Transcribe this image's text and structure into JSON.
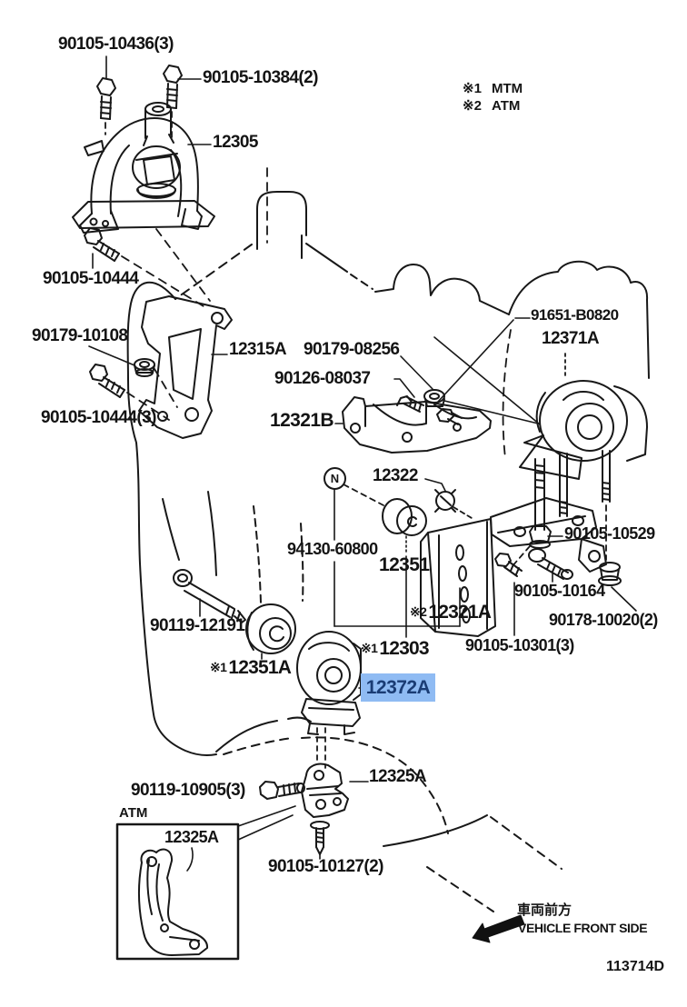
{
  "legend": {
    "items": [
      {
        "mark": "※1",
        "value": "MTM"
      },
      {
        "mark": "※2",
        "value": "ATM"
      }
    ]
  },
  "symbols": {
    "circled_n": "N"
  },
  "highlight": {
    "selected_part": "12372A",
    "background": "#8FBBF3",
    "text_color": "#1A3C74"
  },
  "inset": {
    "label": "ATM"
  },
  "footer": {
    "front_side_jp": "車両前方",
    "front_side_en": "VEHICLE FRONT SIDE",
    "diagram_code": "113714D"
  },
  "parts": [
    {
      "id": "90105-10436-3",
      "text": "90105-10436(3)"
    },
    {
      "id": "90105-10384-2",
      "text": "90105-10384(2)"
    },
    {
      "id": "12305",
      "text": "12305"
    },
    {
      "id": "90105-10444",
      "text": "90105-10444"
    },
    {
      "id": "90179-10108",
      "text": "90179-10108"
    },
    {
      "id": "12315A",
      "text": "12315A"
    },
    {
      "id": "90179-08256",
      "text": "90179-08256"
    },
    {
      "id": "90126-08037",
      "text": "90126-08037"
    },
    {
      "id": "12321B",
      "text": "12321B"
    },
    {
      "id": "90105-10444-3",
      "text": "90105-10444(3)"
    },
    {
      "id": "91651-B0820",
      "text": "91651-B0820"
    },
    {
      "id": "12371A",
      "text": "12371A"
    },
    {
      "id": "12322",
      "text": "12322"
    },
    {
      "id": "94130-60800",
      "text": "94130-60800"
    },
    {
      "id": "12351",
      "text": "12351"
    },
    {
      "id": "90105-10529",
      "text": "90105-10529"
    },
    {
      "id": "90105-10164",
      "text": "90105-10164"
    },
    {
      "id": "90178-10020-2",
      "text": "90178-10020(2)"
    },
    {
      "id": "12321A",
      "prefix": "※2",
      "text": "12321A"
    },
    {
      "id": "90105-10301-3",
      "text": "90105-10301(3)"
    },
    {
      "id": "12303",
      "prefix": "※1",
      "text": "12303"
    },
    {
      "id": "90119-12191",
      "text": "90119-12191"
    },
    {
      "id": "12351A",
      "prefix": "※1",
      "text": "12351A"
    },
    {
      "id": "12372A",
      "text": "12372A"
    },
    {
      "id": "90119-10905-3",
      "text": "90119-10905(3)"
    },
    {
      "id": "12325A",
      "text": "12325A"
    },
    {
      "id": "90105-10127-2",
      "text": "90105-10127(2)"
    },
    {
      "id": "12325A-atm",
      "text": "12325A"
    }
  ]
}
